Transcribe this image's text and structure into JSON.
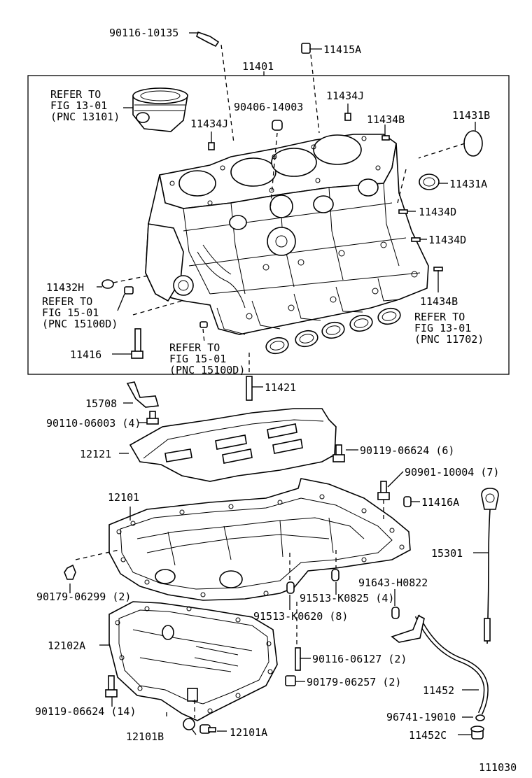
{
  "labels": {
    "p90116_10135": "90116-10135",
    "p11415A": "11415A",
    "p11401": "11401",
    "refer_13101": [
      "REFER TO",
      "FIG 13-01",
      "(PNC 13101)"
    ],
    "p90406_14003": "90406-14003",
    "p11434J_a": "11434J",
    "p11434J_b": "11434J",
    "p11434B_a": "11434B",
    "p11431B": "11431B",
    "p11431A": "11431A",
    "p11434D_a": "11434D",
    "p11434D_b": "11434D",
    "p11432H": "11432H",
    "refer_15100D_a": [
      "REFER TO",
      "FIG 15-01",
      "(PNC 15100D)"
    ],
    "p11434B_b": "11434B",
    "refer_11702": [
      "REFER TO",
      "FIG 13-01",
      "(PNC 11702)"
    ],
    "p11416": "11416",
    "refer_15100D_b": [
      "REFER TO",
      "FIG 15-01",
      "(PNC 15100D)"
    ],
    "p11421": "11421",
    "p15708": "15708",
    "p90110_06003": "90110-06003 (4)",
    "p12121": "12121",
    "p90119_06624_6": "90119-06624 (6)",
    "p90901_10004": "90901-10004 (7)",
    "p12101": "12101",
    "p11416A": "11416A",
    "p15301": "15301",
    "p90179_06299": "90179-06299 (2)",
    "p91643_H0822": "91643-H0822",
    "p91513_K0825": "91513-K0825 (4)",
    "p91513_K0620": "91513-K0620 (8)",
    "p12102A": "12102A",
    "p90116_06127": "90116-06127 (2)",
    "p90179_06257": "90179-06257 (2)",
    "p11452": "11452",
    "p90119_06624_14": "90119-06624 (14)",
    "p96741_19010": "96741-19010",
    "p12101B": "12101B",
    "p12101A": "12101A",
    "p11452C": "11452C",
    "figure_number": "111030"
  }
}
